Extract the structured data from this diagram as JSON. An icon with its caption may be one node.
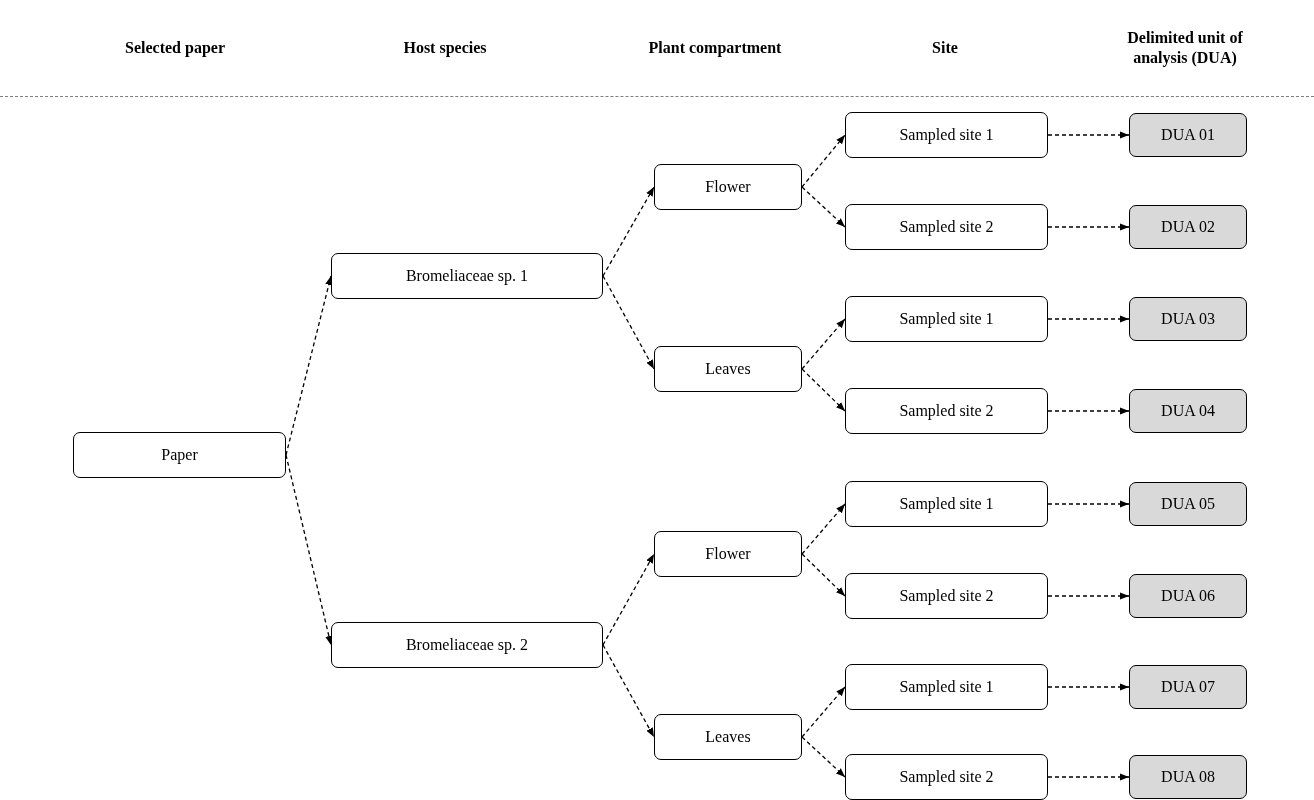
{
  "diagram": {
    "nodes": [
      {
        "text": [
          "Paper"
        ]
      },
      {
        "text": [
          "Bromeliaceae sp. 1"
        ]
      },
      {
        "text": [
          "Bromeliaceae sp. 2"
        ]
      },
      {
        "text": [
          "Flower"
        ]
      },
      {
        "text": [
          "Leaves"
        ]
      },
      {
        "text": [
          "Flower"
        ]
      },
      {
        "text": [
          "Leaves"
        ]
      },
      {
        "text": [
          "Sampled site 1"
        ]
      },
      {
        "text": [
          "Sampled site 2"
        ]
      },
      {
        "text": [
          "Sampled site 1"
        ]
      },
      {
        "text": [
          "Sampled site 2"
        ]
      },
      {
        "text": [
          "Sampled site 1"
        ]
      },
      {
        "text": [
          "Sampled site 2"
        ]
      },
      {
        "text": [
          "Sampled site 1"
        ]
      },
      {
        "text": [
          "Sampled site 2"
        ]
      },
      {
        "text": [
          "DUA 01"
        ]
      },
      {
        "text": [
          "DUA 02"
        ]
      },
      {
        "text": [
          "DUA 03"
        ]
      },
      {
        "text": [
          "DUA 04"
        ]
      },
      {
        "text": [
          "DUA 05"
        ]
      },
      {
        "text": [
          "DUA 06"
        ]
      },
      {
        "text": [
          "DUA 07"
        ]
      },
      {
        "text": [
          "DUA 08"
        ]
      }
    ],
    "edges": [
      {
        "from": 0,
        "to": 1,
        "arrow": "to",
        "style": "dashed"
      },
      {
        "from": 0,
        "to": 2,
        "arrow": "to",
        "style": "dashed"
      },
      {
        "from": 1,
        "to": 3,
        "arrow": "to",
        "style": "dashed"
      },
      {
        "from": 1,
        "to": 4,
        "arrow": "to",
        "style": "dashed"
      },
      {
        "from": 2,
        "to": 5,
        "arrow": "to",
        "style": "dashed"
      },
      {
        "from": 2,
        "to": 6,
        "arrow": "to",
        "style": "dashed"
      },
      {
        "from": 3,
        "to": 7,
        "arrow": "to",
        "style": "dashed"
      },
      {
        "from": 3,
        "to": 8,
        "arrow": "to",
        "style": "dashed"
      },
      {
        "from": 4,
        "to": 9,
        "arrow": "to",
        "style": "dashed"
      },
      {
        "from": 4,
        "to": 10,
        "arrow": "to",
        "style": "dashed"
      },
      {
        "from": 5,
        "to": 11,
        "arrow": "to",
        "style": "dashed"
      },
      {
        "from": 5,
        "to": 12,
        "arrow": "to",
        "style": "dashed"
      },
      {
        "from": 6,
        "to": 13,
        "arrow": "to",
        "style": "dashed"
      },
      {
        "from": 6,
        "to": 14,
        "arrow": "to",
        "style": "dashed"
      },
      {
        "from": 7,
        "to": 15,
        "arrow": "to",
        "style": "dashed"
      },
      {
        "from": 8,
        "to": 16,
        "arrow": "to",
        "style": "dashed"
      },
      {
        "from": 9,
        "to": 17,
        "arrow": "to",
        "style": "dashed"
      },
      {
        "from": 10,
        "to": 18,
        "arrow": "to",
        "style": "dashed"
      },
      {
        "from": 11,
        "to": 19,
        "arrow": "to",
        "style": "dashed"
      },
      {
        "from": 12,
        "to": 20,
        "arrow": "to",
        "style": "dashed"
      },
      {
        "from": 13,
        "to": 21,
        "arrow": "to",
        "style": "dashed"
      },
      {
        "from": 14,
        "to": 22,
        "arrow": "to",
        "style": "dashed"
      }
    ],
    "labels": [
      "Selected paper",
      "Host species",
      "Plant compartment",
      "Site",
      "Delimited unit of analysis (DUA)"
    ]
  }
}
